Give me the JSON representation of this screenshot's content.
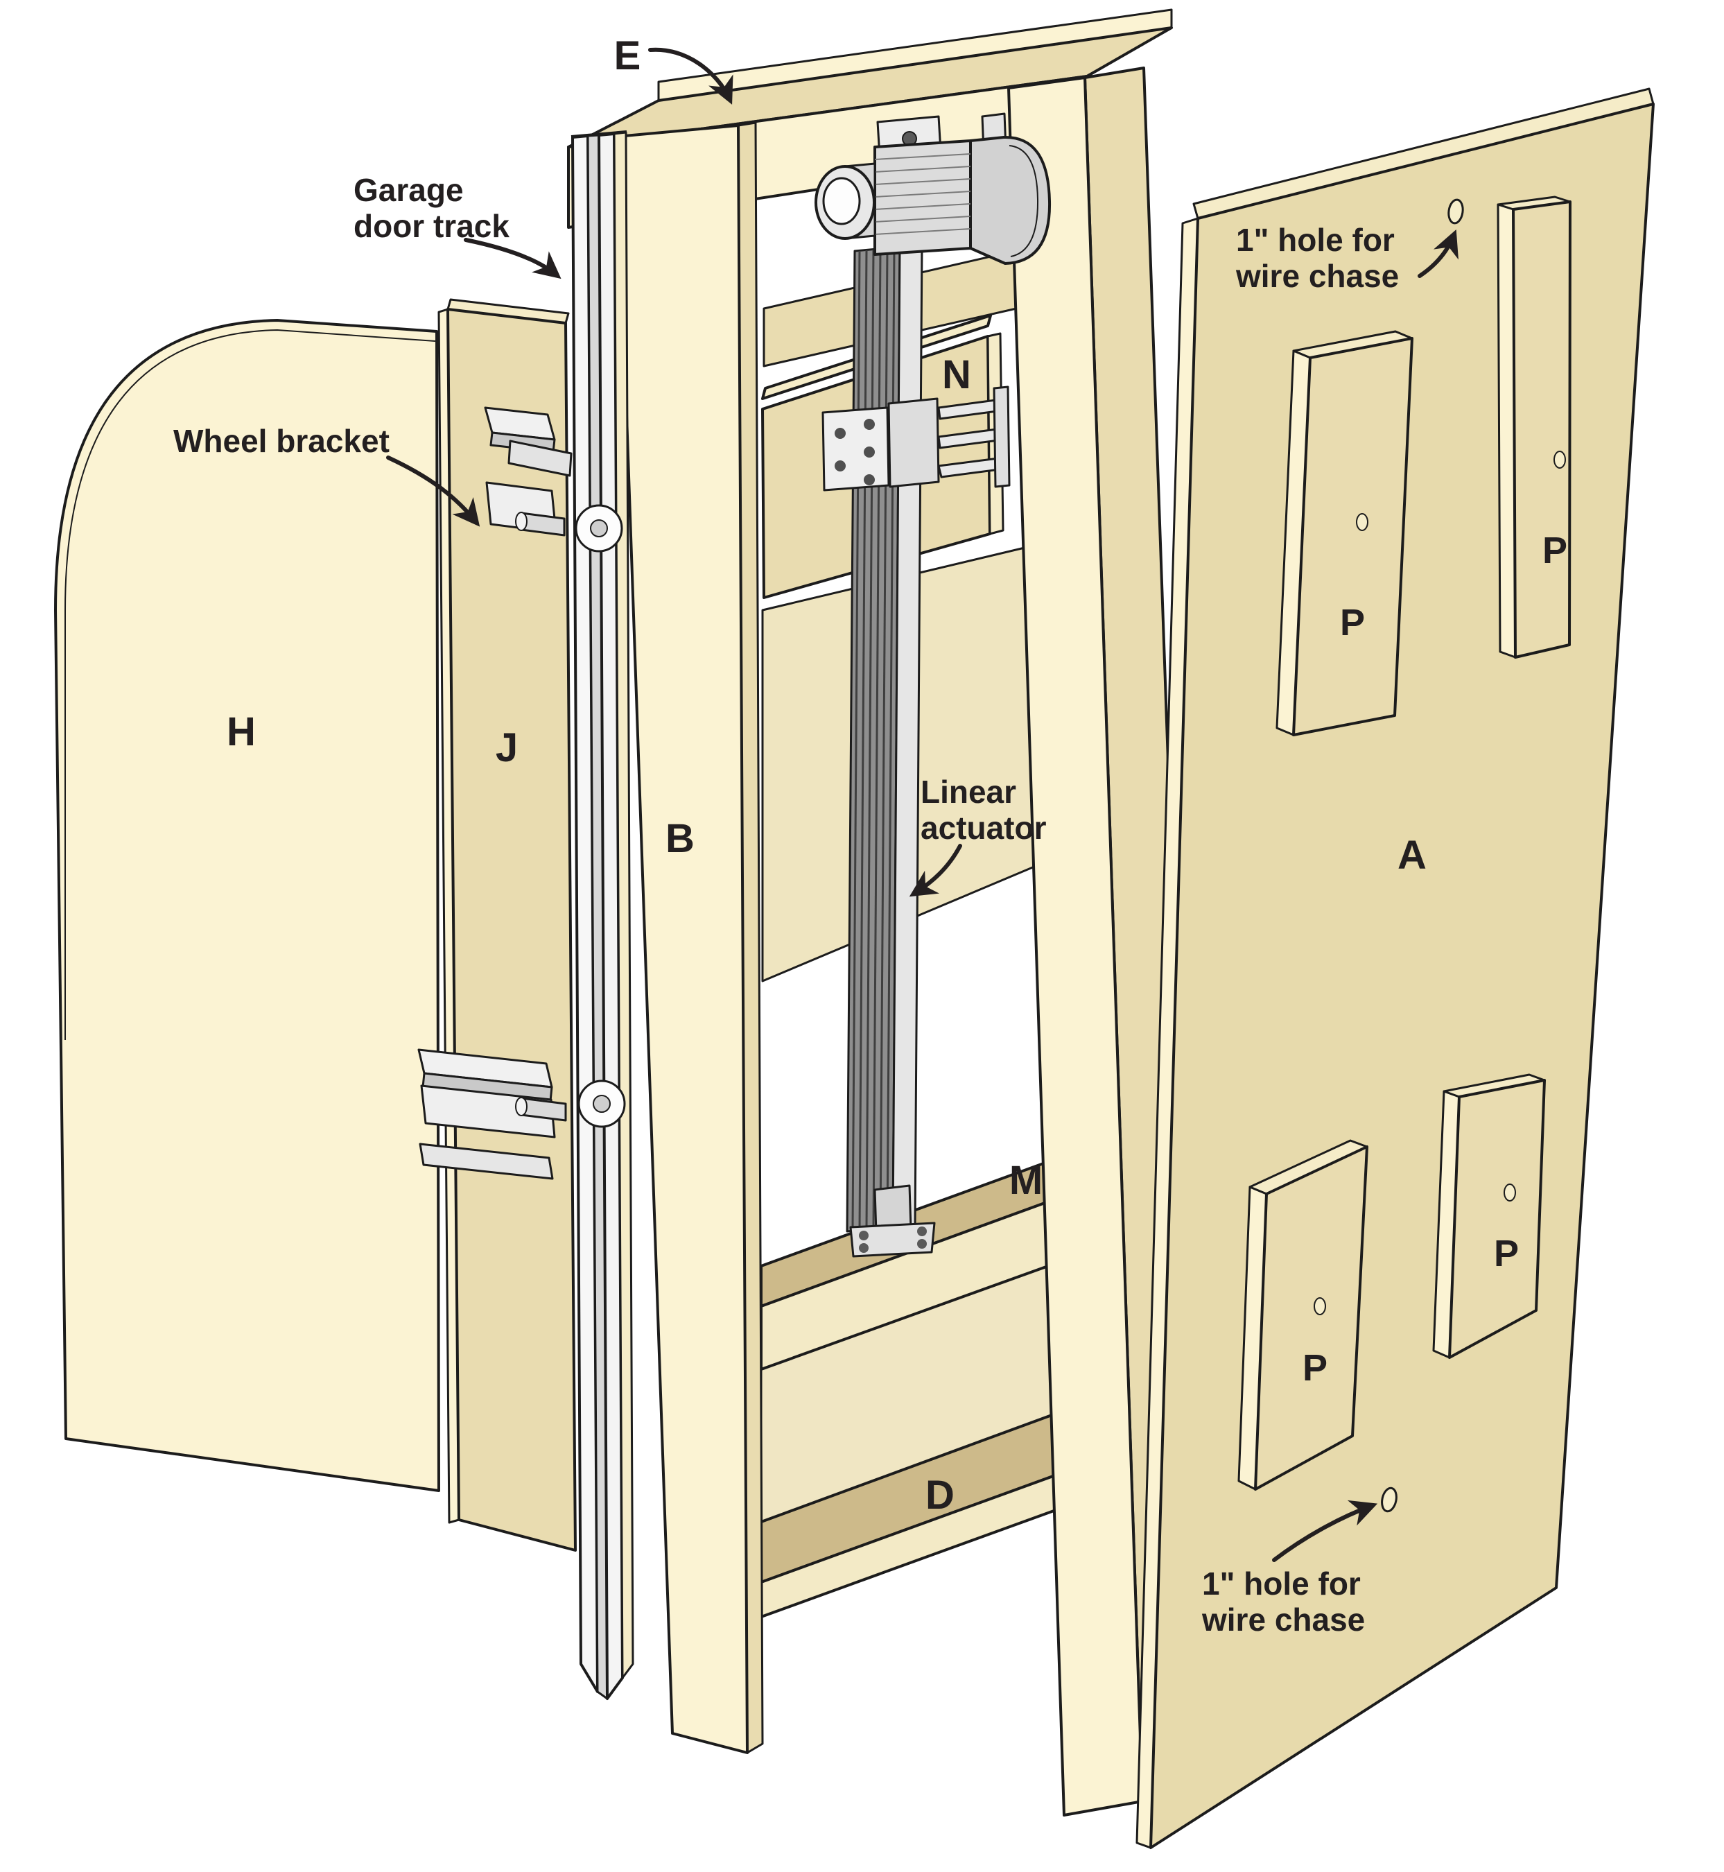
{
  "diagram": {
    "description": "Exploded woodworking diagram of a lift-door mechanism with garage door track, wheel brackets and a linear actuator",
    "colors": {
      "panel_cream": "#FBF3D3",
      "panel_tan": "#E9DCB0",
      "panel_tan_deep": "#E5D8A9",
      "shelf_tan": "#CDBA8A",
      "back_tan": "#F0E6C3",
      "metal_light": "#EFEFEF",
      "metal_mid": "#D6D6D6",
      "metal_dark": "#B8B8B8",
      "outline": "#1C1C1C",
      "text": "#231F20",
      "background": "#FFFFFF"
    },
    "part_labels": {
      "top_header": "E",
      "door_panel": "H",
      "door_batten": "J",
      "left_stile": "B",
      "actuator_backer": "N",
      "actuator_shelf": "M",
      "bottom_shelf": "D",
      "wall_panel": "A",
      "spacer_block": "P"
    },
    "annotations": {
      "garage_door_track": {
        "line1": "Garage",
        "line2": "door track"
      },
      "wheel_bracket": {
        "line1": "Wheel bracket"
      },
      "linear_actuator": {
        "line1": "Linear",
        "line2": "actuator"
      },
      "wire_chase_top": {
        "line1": "1\" hole for",
        "line2": "wire chase"
      },
      "wire_chase_bottom": {
        "line1": "1\" hole for",
        "line2": "wire chase"
      }
    }
  }
}
